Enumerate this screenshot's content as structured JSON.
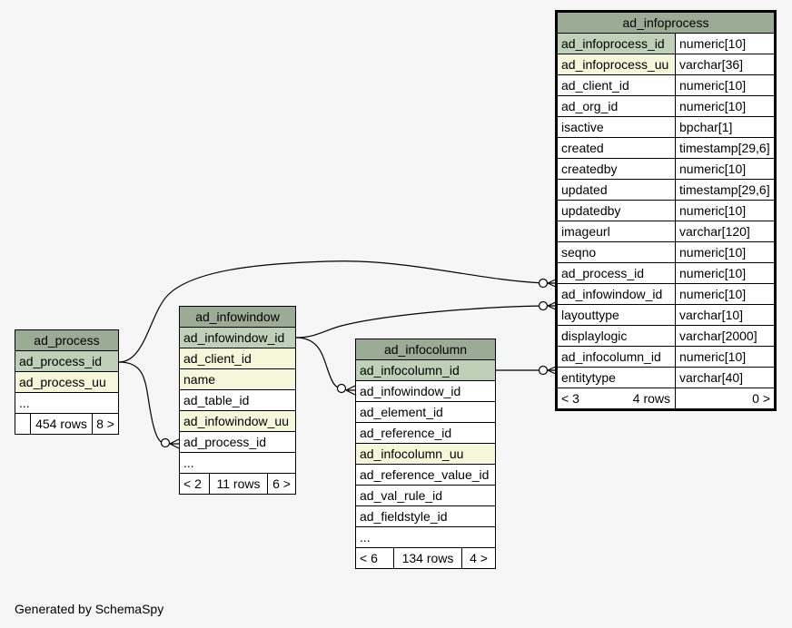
{
  "footer": "Generated by SchemaSpy",
  "ad_process": {
    "title": "ad_process",
    "rows": [
      {
        "name": "ad_process_id",
        "kind": "pk"
      },
      {
        "name": "ad_process_uu",
        "kind": "uq"
      },
      {
        "name": "...",
        "kind": ""
      }
    ],
    "foot": {
      "left": "",
      "rows": "454 rows",
      "right": "8 >"
    }
  },
  "ad_infowindow": {
    "title": "ad_infowindow",
    "rows": [
      {
        "name": "ad_infowindow_id",
        "kind": "pk"
      },
      {
        "name": "ad_client_id",
        "kind": "uq"
      },
      {
        "name": "name",
        "kind": "uq"
      },
      {
        "name": "ad_table_id",
        "kind": ""
      },
      {
        "name": "ad_infowindow_uu",
        "kind": "uq"
      },
      {
        "name": "ad_process_id",
        "kind": ""
      },
      {
        "name": "...",
        "kind": ""
      }
    ],
    "foot": {
      "left": "< 2",
      "rows": "11 rows",
      "right": "6 >"
    }
  },
  "ad_infocolumn": {
    "title": "ad_infocolumn",
    "rows": [
      {
        "name": "ad_infocolumn_id",
        "kind": "pk"
      },
      {
        "name": "ad_infowindow_id",
        "kind": ""
      },
      {
        "name": "ad_element_id",
        "kind": ""
      },
      {
        "name": "ad_reference_id",
        "kind": ""
      },
      {
        "name": "ad_infocolumn_uu",
        "kind": "uq"
      },
      {
        "name": "ad_reference_value_id",
        "kind": ""
      },
      {
        "name": "ad_val_rule_id",
        "kind": ""
      },
      {
        "name": "ad_fieldstyle_id",
        "kind": ""
      },
      {
        "name": "...",
        "kind": ""
      }
    ],
    "foot": {
      "left": "< 6",
      "rows": "134 rows",
      "right": "4 >"
    }
  },
  "ad_infoprocess": {
    "title": "ad_infoprocess",
    "rows": [
      {
        "name": "ad_infoprocess_id",
        "type": "numeric[10]",
        "kind": "pk"
      },
      {
        "name": "ad_infoprocess_uu",
        "type": "varchar[36]",
        "kind": "uq"
      },
      {
        "name": "ad_client_id",
        "type": "numeric[10]",
        "kind": ""
      },
      {
        "name": "ad_org_id",
        "type": "numeric[10]",
        "kind": ""
      },
      {
        "name": "isactive",
        "type": "bpchar[1]",
        "kind": ""
      },
      {
        "name": "created",
        "type": "timestamp[29,6]",
        "kind": ""
      },
      {
        "name": "createdby",
        "type": "numeric[10]",
        "kind": ""
      },
      {
        "name": "updated",
        "type": "timestamp[29,6]",
        "kind": ""
      },
      {
        "name": "updatedby",
        "type": "numeric[10]",
        "kind": ""
      },
      {
        "name": "imageurl",
        "type": "varchar[120]",
        "kind": ""
      },
      {
        "name": "seqno",
        "type": "numeric[10]",
        "kind": ""
      },
      {
        "name": "ad_process_id",
        "type": "numeric[10]",
        "kind": ""
      },
      {
        "name": "ad_infowindow_id",
        "type": "numeric[10]",
        "kind": ""
      },
      {
        "name": "layouttype",
        "type": "varchar[10]",
        "kind": ""
      },
      {
        "name": "displaylogic",
        "type": "varchar[2000]",
        "kind": ""
      },
      {
        "name": "ad_infocolumn_id",
        "type": "numeric[10]",
        "kind": ""
      },
      {
        "name": "entitytype",
        "type": "varchar[40]",
        "kind": ""
      }
    ],
    "foot": {
      "left": "< 3",
      "rows": "4 rows",
      "right": "0 >"
    }
  }
}
